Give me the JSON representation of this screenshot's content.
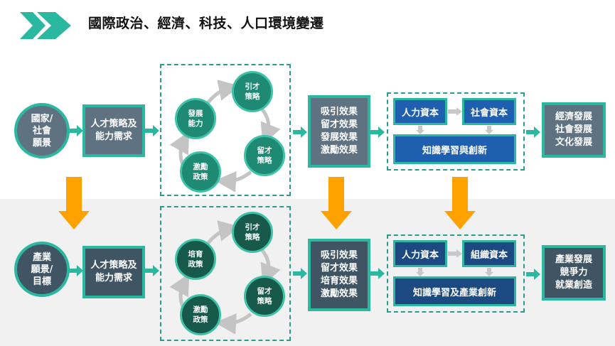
{
  "title": "國際政治、經濟、科技、人口環境變遷",
  "icons": {
    "title_marker": "double-chevron-right-icon",
    "flow_arrow": "arrow-right-icon",
    "level_arrow": "arrow-down-icon",
    "cycle_arrow": "curved-arrow-icon"
  },
  "colors": {
    "accent_teal": "#2bb8a0",
    "dashed_teal": "#2a9d89",
    "orange": "#ffa200",
    "top_slate": "#5f7282",
    "bottom_slate": "#3f5564",
    "top_cycle": "#1f8a73",
    "bottom_cycle": "#17594b",
    "top_capital": "#1f5fb0",
    "bottom_capital": "#1c4a80",
    "band": "#f1f1f1"
  },
  "rows": [
    {
      "level": "國家/社會",
      "vision": [
        "國家/",
        "社會",
        "願景"
      ],
      "strategy": [
        "人才策略及",
        "能力需求"
      ],
      "cycle": {
        "top": [
          "引才",
          "策略"
        ],
        "right": [
          "留才",
          "策略"
        ],
        "bottom": [
          "激勵",
          "政策"
        ],
        "left": [
          "發展",
          "能力"
        ]
      },
      "effects": [
        "吸引效果",
        "留才效果",
        "發展效果",
        "激勵效果"
      ],
      "capital": {
        "left": "人力資本",
        "right": "社會資本",
        "bottom": "知識學習與創新"
      },
      "outcomes": [
        "經濟發展",
        "社會發展",
        "文化發展"
      ]
    },
    {
      "level": "產業",
      "vision": [
        "產業",
        "願景/",
        "目標"
      ],
      "strategy": [
        "人才策略及",
        "能力需求"
      ],
      "cycle": {
        "top": [
          "引才",
          "策略"
        ],
        "right": [
          "留才",
          "策略"
        ],
        "bottom": [
          "激勵",
          "政策"
        ],
        "left": [
          "培育",
          "政策"
        ]
      },
      "effects": [
        "吸引效果",
        "留才效果",
        "培育效果",
        "激勵效果"
      ],
      "capital": {
        "left": "人力資本",
        "right": "組織資本",
        "bottom": "知識學習及產業創新"
      },
      "outcomes": [
        "產業發展",
        "競爭力",
        "就業創造"
      ]
    }
  ]
}
